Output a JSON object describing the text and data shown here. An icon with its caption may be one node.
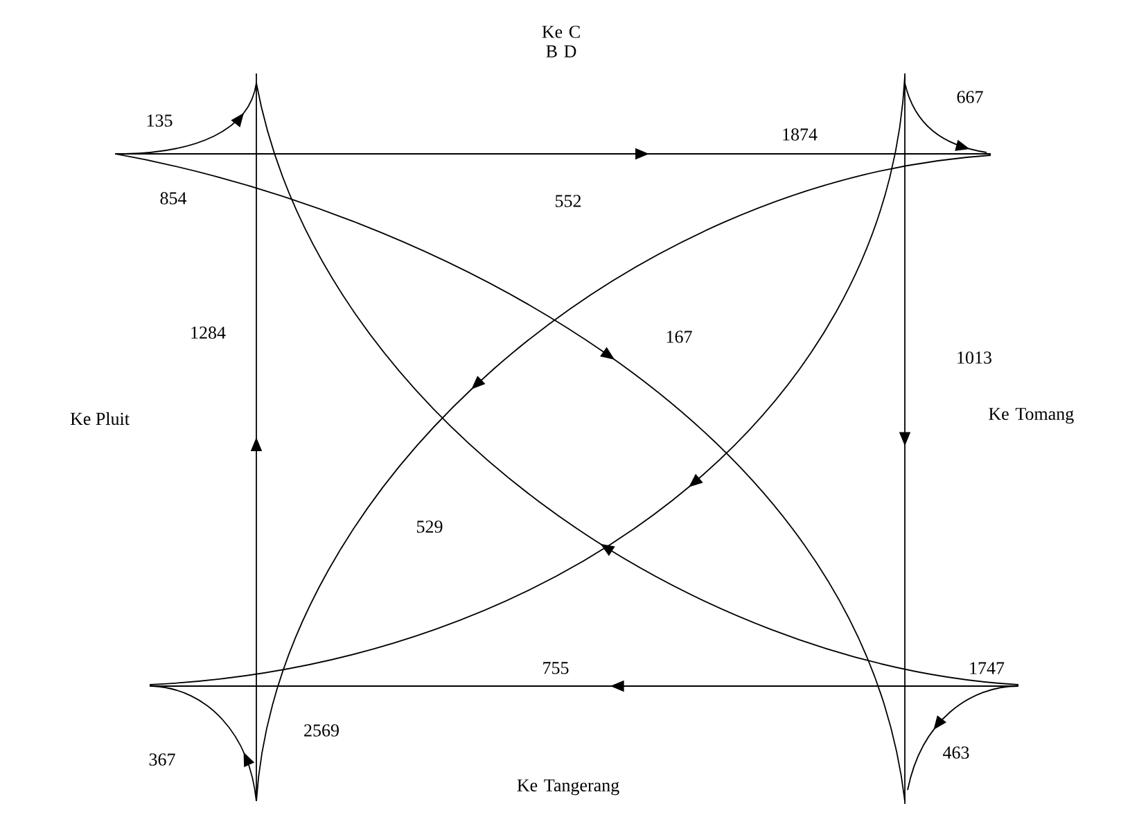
{
  "diagram": {
    "labels": [
      "Ke C B D",
      "135",
      "667",
      "1874",
      "854",
      "552",
      "1284",
      "167",
      "1013",
      "Ke Pluit",
      "Ke Tomang",
      "529",
      "755",
      "1747",
      "367",
      "2569",
      "463",
      "Ke Tangerang"
    ]
  }
}
